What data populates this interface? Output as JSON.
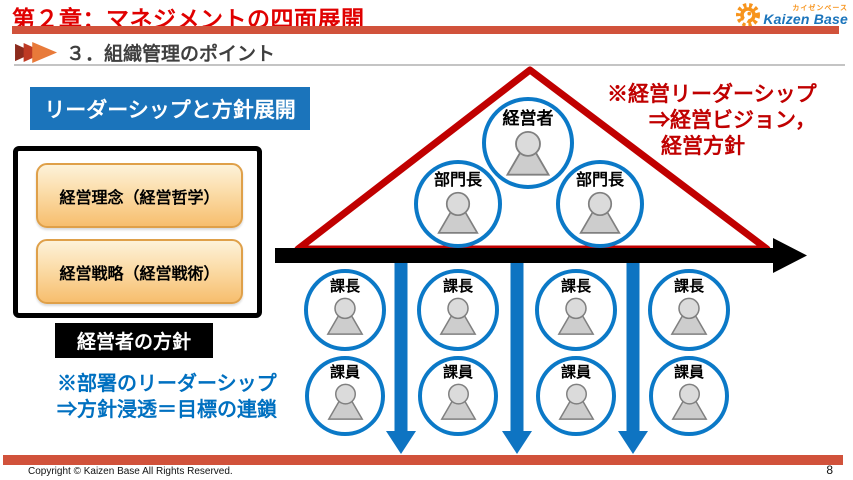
{
  "header": {
    "chapter_title": "第２章：マネジメントの四面展開",
    "section_title": "３．組織管理のポイント",
    "logo": {
      "brand": "Kaizen Base",
      "brand_kana": "カイゼンベース"
    }
  },
  "lead_box": "リーダーシップと方針展開",
  "policy_frame": {
    "item1": "経営理念（経営哲学）",
    "item2": "経営戦略（経営戦術）",
    "caption": "経営者の方針"
  },
  "notes": {
    "dept_line1": "※部署のリーダーシップ",
    "dept_line2": "⇒方針浸透＝目標の連鎖",
    "exec_line1": "※経営リーダーシップ",
    "exec_line2": "⇒経営ビジョン，",
    "exec_line3": "経営方針"
  },
  "org": {
    "ceo": "経営者",
    "managers": [
      "部門長",
      "部門長"
    ],
    "chiefs": [
      "課長",
      "課長",
      "課長",
      "課長"
    ],
    "staff": [
      "課員",
      "課員",
      "課員",
      "課員"
    ]
  },
  "footer": {
    "copyright": "Copyright ©  Kaizen Base  All Rights Reserved.",
    "page": "8"
  },
  "colors": {
    "title_red": "#E00000",
    "accent_bar": "#D1523B",
    "deep_red": "#C00000",
    "brand_blue": "#1B74BB",
    "note_blue": "#0070C0",
    "circle_blue": "#0B79C7",
    "orange_fill": "#F7BE6E",
    "orange_border": "#DFA049"
  }
}
